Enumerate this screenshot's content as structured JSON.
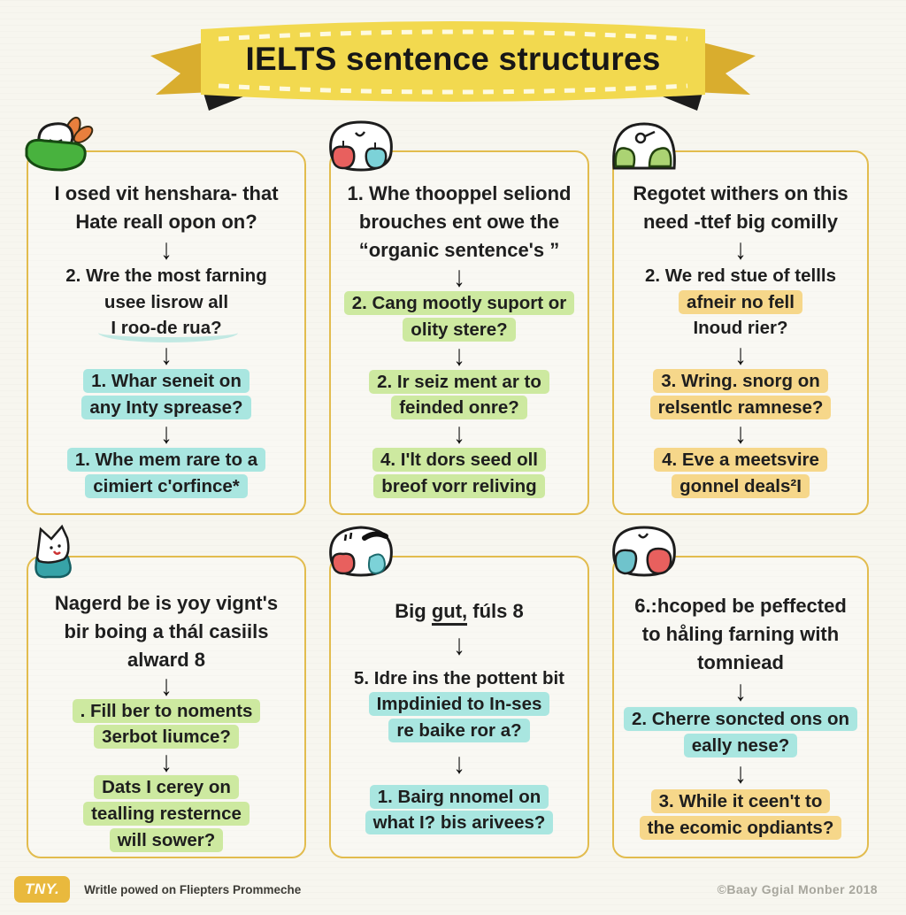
{
  "banner": {
    "title": "IELTS sentence structures"
  },
  "arrow_glyph": "↓",
  "colors": {
    "background": "#f7f6ef",
    "card_border": "#e2bc4e",
    "banner_yellow": "#f2d94f",
    "banner_gold": "#d9ad2e",
    "highlight_teal": "#a9e6e0",
    "highlight_green": "#cde9a0",
    "highlight_orange": "#f6d78a",
    "badge_yellow": "#e9b93d"
  },
  "cards": [
    {
      "icon": "bird-nest-icon",
      "steps": [
        {
          "lines": [
            {
              "t": "I osed vit henshara- that"
            },
            {
              "t": "Hate reall opon on?"
            }
          ]
        },
        {
          "lines": [
            {
              "t": "2. Wre the most farning"
            },
            {
              "t": "usee lisrow all"
            },
            {
              "t": "I roo-de rua?",
              "hl": "swoosh"
            }
          ]
        },
        {
          "lines": [
            {
              "t": "1. Whar seneit on",
              "hl": "teal"
            },
            {
              "t": "any Inty sprease?",
              "hl": "teal"
            }
          ]
        },
        {
          "lines": [
            {
              "t": "1. Whe mem rare to a",
              "hl": "teal"
            },
            {
              "t": "cimiert c'orfince*",
              "hl": "teal"
            }
          ]
        }
      ]
    },
    {
      "icon": "face-apples-icon",
      "steps": [
        {
          "lines": [
            {
              "t": "1. Whe thooppel seliond"
            },
            {
              "t": "brouches ent owe the"
            },
            {
              "t": "“organic sentence's ”"
            }
          ]
        },
        {
          "lines": [
            {
              "t": "2. Cang mootly suport or",
              "hl": "green"
            },
            {
              "t": "olity stere?",
              "hl": "green"
            }
          ]
        },
        {
          "lines": [
            {
              "t": "2. Ir seiz ment ar to",
              "hl": "green"
            },
            {
              "t": "feinded onre?",
              "hl": "green"
            }
          ]
        },
        {
          "lines": [
            {
              "t": "4. I'lt dors seed oll",
              "hl": "green"
            },
            {
              "t": "breof vorr reliving",
              "hl": "green"
            }
          ]
        }
      ]
    },
    {
      "icon": "tree-globe-icon",
      "steps": [
        {
          "lines": [
            {
              "t": "Regotet withers on this"
            },
            {
              "t": "need -ttef big comilly"
            }
          ]
        },
        {
          "lines": [
            {
              "t": "2. We red stue of tellls"
            },
            {
              "t": "afneir no fell",
              "hl": "orange"
            },
            {
              "t": "Inoud rier?"
            }
          ]
        },
        {
          "lines": [
            {
              "t": "3. Wring. snorg on",
              "hl": "orange"
            },
            {
              "t": "relsentlc ramnese?",
              "hl": "orange"
            }
          ]
        },
        {
          "lines": [
            {
              "t": "4. Eve a meetsvire",
              "hl": "orange"
            },
            {
              "t": "gonnel deals²I",
              "hl": "orange"
            }
          ]
        }
      ]
    },
    {
      "icon": "cat-blob-icon",
      "steps": [
        {
          "lines": [
            {
              "t": "Nagerd be is yoy vignt's"
            },
            {
              "t": "bir boing a thál casiils"
            },
            {
              "t": "alward 8"
            }
          ]
        },
        {
          "lines": [
            {
              "t": ". Fill ber to noments",
              "hl": "green"
            },
            {
              "t": "3erbot liumce?",
              "hl": "green"
            }
          ]
        },
        {
          "lines": [
            {
              "t": "Dats I cerey on",
              "hl": "green"
            },
            {
              "t": "tealling resternce",
              "hl": "green"
            },
            {
              "t": "will sower?",
              "hl": "green"
            }
          ]
        }
      ]
    },
    {
      "icon": "face-wink-icon",
      "steps": [
        {
          "lines": [
            {
              "t": "Big ",
              "join": true
            },
            {
              "t": "gut,",
              "hl": "underline",
              "join": true
            },
            {
              "t": " fúls 8"
            }
          ]
        },
        {
          "lines": [
            {
              "t": "5. Idre ins the pottent bit"
            },
            {
              "t": "Impdinied to In-ses",
              "hl": "teal"
            },
            {
              "t": "re baike ror a?",
              "hl": "teal"
            }
          ]
        },
        {
          "lines": [
            {
              "t": "1. Bairg nnomel on",
              "hl": "teal"
            },
            {
              "t": "what I? bis arivees?",
              "hl": "teal"
            }
          ]
        }
      ]
    },
    {
      "icon": "face-teal-red-icon",
      "steps": [
        {
          "lines": [
            {
              "t": "6.:hcoped be peffected"
            },
            {
              "t": "to håling farning with"
            },
            {
              "t": "tomniead"
            }
          ]
        },
        {
          "lines": [
            {
              "t": "2. Cherre soncted ons on",
              "hl": "teal"
            },
            {
              "t": "eally nese?",
              "hl": "teal"
            }
          ]
        },
        {
          "lines": [
            {
              "t": "3. While it ceen't to",
              "hl": "orange"
            },
            {
              "t": "the ecomic opdiants?",
              "hl": "orange"
            }
          ]
        }
      ]
    }
  ],
  "footer": {
    "badge": "TNY.",
    "credit": "Writle powed on Fliepters Prommeche",
    "copyright": "©Baay Ggial Monber 2018"
  }
}
